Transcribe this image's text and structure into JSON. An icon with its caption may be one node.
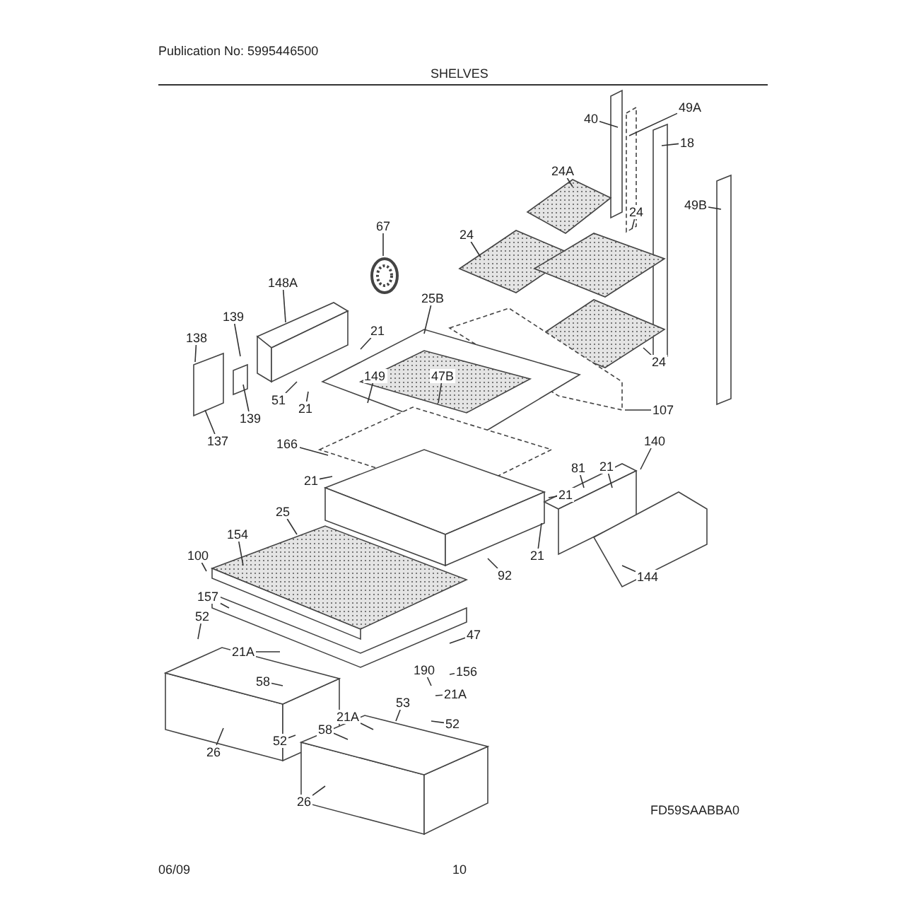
{
  "diagram": {
    "title": "SHELVES",
    "nodes": [
      {
        "text": [
          "40"
        ]
      },
      {
        "text": [
          "49A"
        ]
      },
      {
        "text": [
          "18"
        ]
      },
      {
        "text": [
          "24A"
        ]
      },
      {
        "text": [
          "24"
        ]
      },
      {
        "text": [
          "24"
        ]
      },
      {
        "text": [
          "49B"
        ]
      },
      {
        "text": [
          "67"
        ]
      },
      {
        "text": [
          "148A"
        ]
      },
      {
        "text": [
          "25B"
        ]
      },
      {
        "text": [
          "139"
        ]
      },
      {
        "text": [
          "138"
        ]
      },
      {
        "text": [
          "21"
        ]
      },
      {
        "text": [
          "24"
        ]
      },
      {
        "text": [
          "149"
        ]
      },
      {
        "text": [
          "47B"
        ]
      },
      {
        "text": [
          "51"
        ]
      },
      {
        "text": [
          "21"
        ]
      },
      {
        "text": [
          "139"
        ]
      },
      {
        "text": [
          "107"
        ]
      },
      {
        "text": [
          "137"
        ]
      },
      {
        "text": [
          "166"
        ]
      },
      {
        "text": [
          "140"
        ]
      },
      {
        "text": [
          "81"
        ]
      },
      {
        "text": [
          "21"
        ]
      },
      {
        "text": [
          "21"
        ]
      },
      {
        "text": [
          "21"
        ]
      },
      {
        "text": [
          "25"
        ]
      },
      {
        "text": [
          "154"
        ]
      },
      {
        "text": [
          "21"
        ]
      },
      {
        "text": [
          "100"
        ]
      },
      {
        "text": [
          "92"
        ]
      },
      {
        "text": [
          "144"
        ]
      },
      {
        "text": [
          "157"
        ]
      },
      {
        "text": [
          "52"
        ]
      },
      {
        "text": [
          "47"
        ]
      },
      {
        "text": [
          "21A"
        ]
      },
      {
        "text": [
          "58"
        ]
      },
      {
        "text": [
          "190"
        ]
      },
      {
        "text": [
          "156"
        ]
      },
      {
        "text": [
          "21A"
        ]
      },
      {
        "text": [
          "53"
        ]
      },
      {
        "text": [
          "21A"
        ]
      },
      {
        "text": [
          "58"
        ]
      },
      {
        "text": [
          "52"
        ]
      },
      {
        "text": [
          "52"
        ]
      },
      {
        "text": [
          "26"
        ]
      },
      {
        "text": [
          "26"
        ]
      }
    ],
    "edges": [
      {
        "from": 0,
        "to": null,
        "arrow": "none"
      },
      {
        "from": 1,
        "to": null,
        "arrow": "none"
      },
      {
        "from": 2,
        "to": null,
        "arrow": "none"
      },
      {
        "from": 3,
        "to": null,
        "arrow": "none"
      },
      {
        "from": 4,
        "to": null,
        "arrow": "none"
      },
      {
        "from": 5,
        "to": null,
        "arrow": "none"
      },
      {
        "from": 6,
        "to": null,
        "arrow": "none"
      },
      {
        "from": 7,
        "to": null,
        "arrow": "none"
      },
      {
        "from": 8,
        "to": null,
        "arrow": "none"
      },
      {
        "from": 9,
        "to": null,
        "arrow": "none"
      },
      {
        "from": 10,
        "to": null,
        "arrow": "none"
      },
      {
        "from": 11,
        "to": null,
        "arrow": "none"
      },
      {
        "from": 12,
        "to": null,
        "arrow": "none"
      },
      {
        "from": 13,
        "to": null,
        "arrow": "none"
      },
      {
        "from": 14,
        "to": null,
        "arrow": "none"
      },
      {
        "from": 15,
        "to": null,
        "arrow": "none"
      },
      {
        "from": 16,
        "to": null,
        "arrow": "none"
      },
      {
        "from": 17,
        "to": null,
        "arrow": "none"
      },
      {
        "from": 18,
        "to": null,
        "arrow": "none"
      },
      {
        "from": 19,
        "to": null,
        "arrow": "none"
      },
      {
        "from": 20,
        "to": null,
        "arrow": "none"
      },
      {
        "from": 21,
        "to": null,
        "arrow": "none"
      },
      {
        "from": 22,
        "to": null,
        "arrow": "none"
      },
      {
        "from": 23,
        "to": null,
        "arrow": "none"
      },
      {
        "from": 24,
        "to": null,
        "arrow": "none"
      },
      {
        "from": 25,
        "to": null,
        "arrow": "none"
      },
      {
        "from": 26,
        "to": null,
        "arrow": "none"
      },
      {
        "from": 27,
        "to": null,
        "arrow": "none"
      },
      {
        "from": 28,
        "to": null,
        "arrow": "none"
      },
      {
        "from": 29,
        "to": null,
        "arrow": "none"
      },
      {
        "from": 30,
        "to": null,
        "arrow": "none"
      },
      {
        "from": 31,
        "to": null,
        "arrow": "none"
      },
      {
        "from": 32,
        "to": null,
        "arrow": "none"
      },
      {
        "from": 33,
        "to": null,
        "arrow": "none"
      },
      {
        "from": 34,
        "to": null,
        "arrow": "none"
      },
      {
        "from": 35,
        "to": null,
        "arrow": "none"
      },
      {
        "from": 36,
        "to": null,
        "arrow": "none"
      },
      {
        "from": 37,
        "to": null,
        "arrow": "none"
      },
      {
        "from": 38,
        "to": null,
        "arrow": "none"
      },
      {
        "from": 39,
        "to": null,
        "arrow": "none"
      },
      {
        "from": 40,
        "to": null,
        "arrow": "none"
      },
      {
        "from": 41,
        "to": null,
        "arrow": "none"
      },
      {
        "from": 42,
        "to": null,
        "arrow": "none"
      },
      {
        "from": 43,
        "to": null,
        "arrow": "none"
      },
      {
        "from": 44,
        "to": null,
        "arrow": "none"
      },
      {
        "from": 45,
        "to": null,
        "arrow": "none"
      },
      {
        "from": 46,
        "to": null,
        "arrow": "none"
      },
      {
        "from": 47,
        "to": null,
        "arrow": "none"
      }
    ],
    "labels": [
      "Publication No: 5995446500",
      "FD59SAABBA0",
      "06/09",
      "10"
    ]
  }
}
